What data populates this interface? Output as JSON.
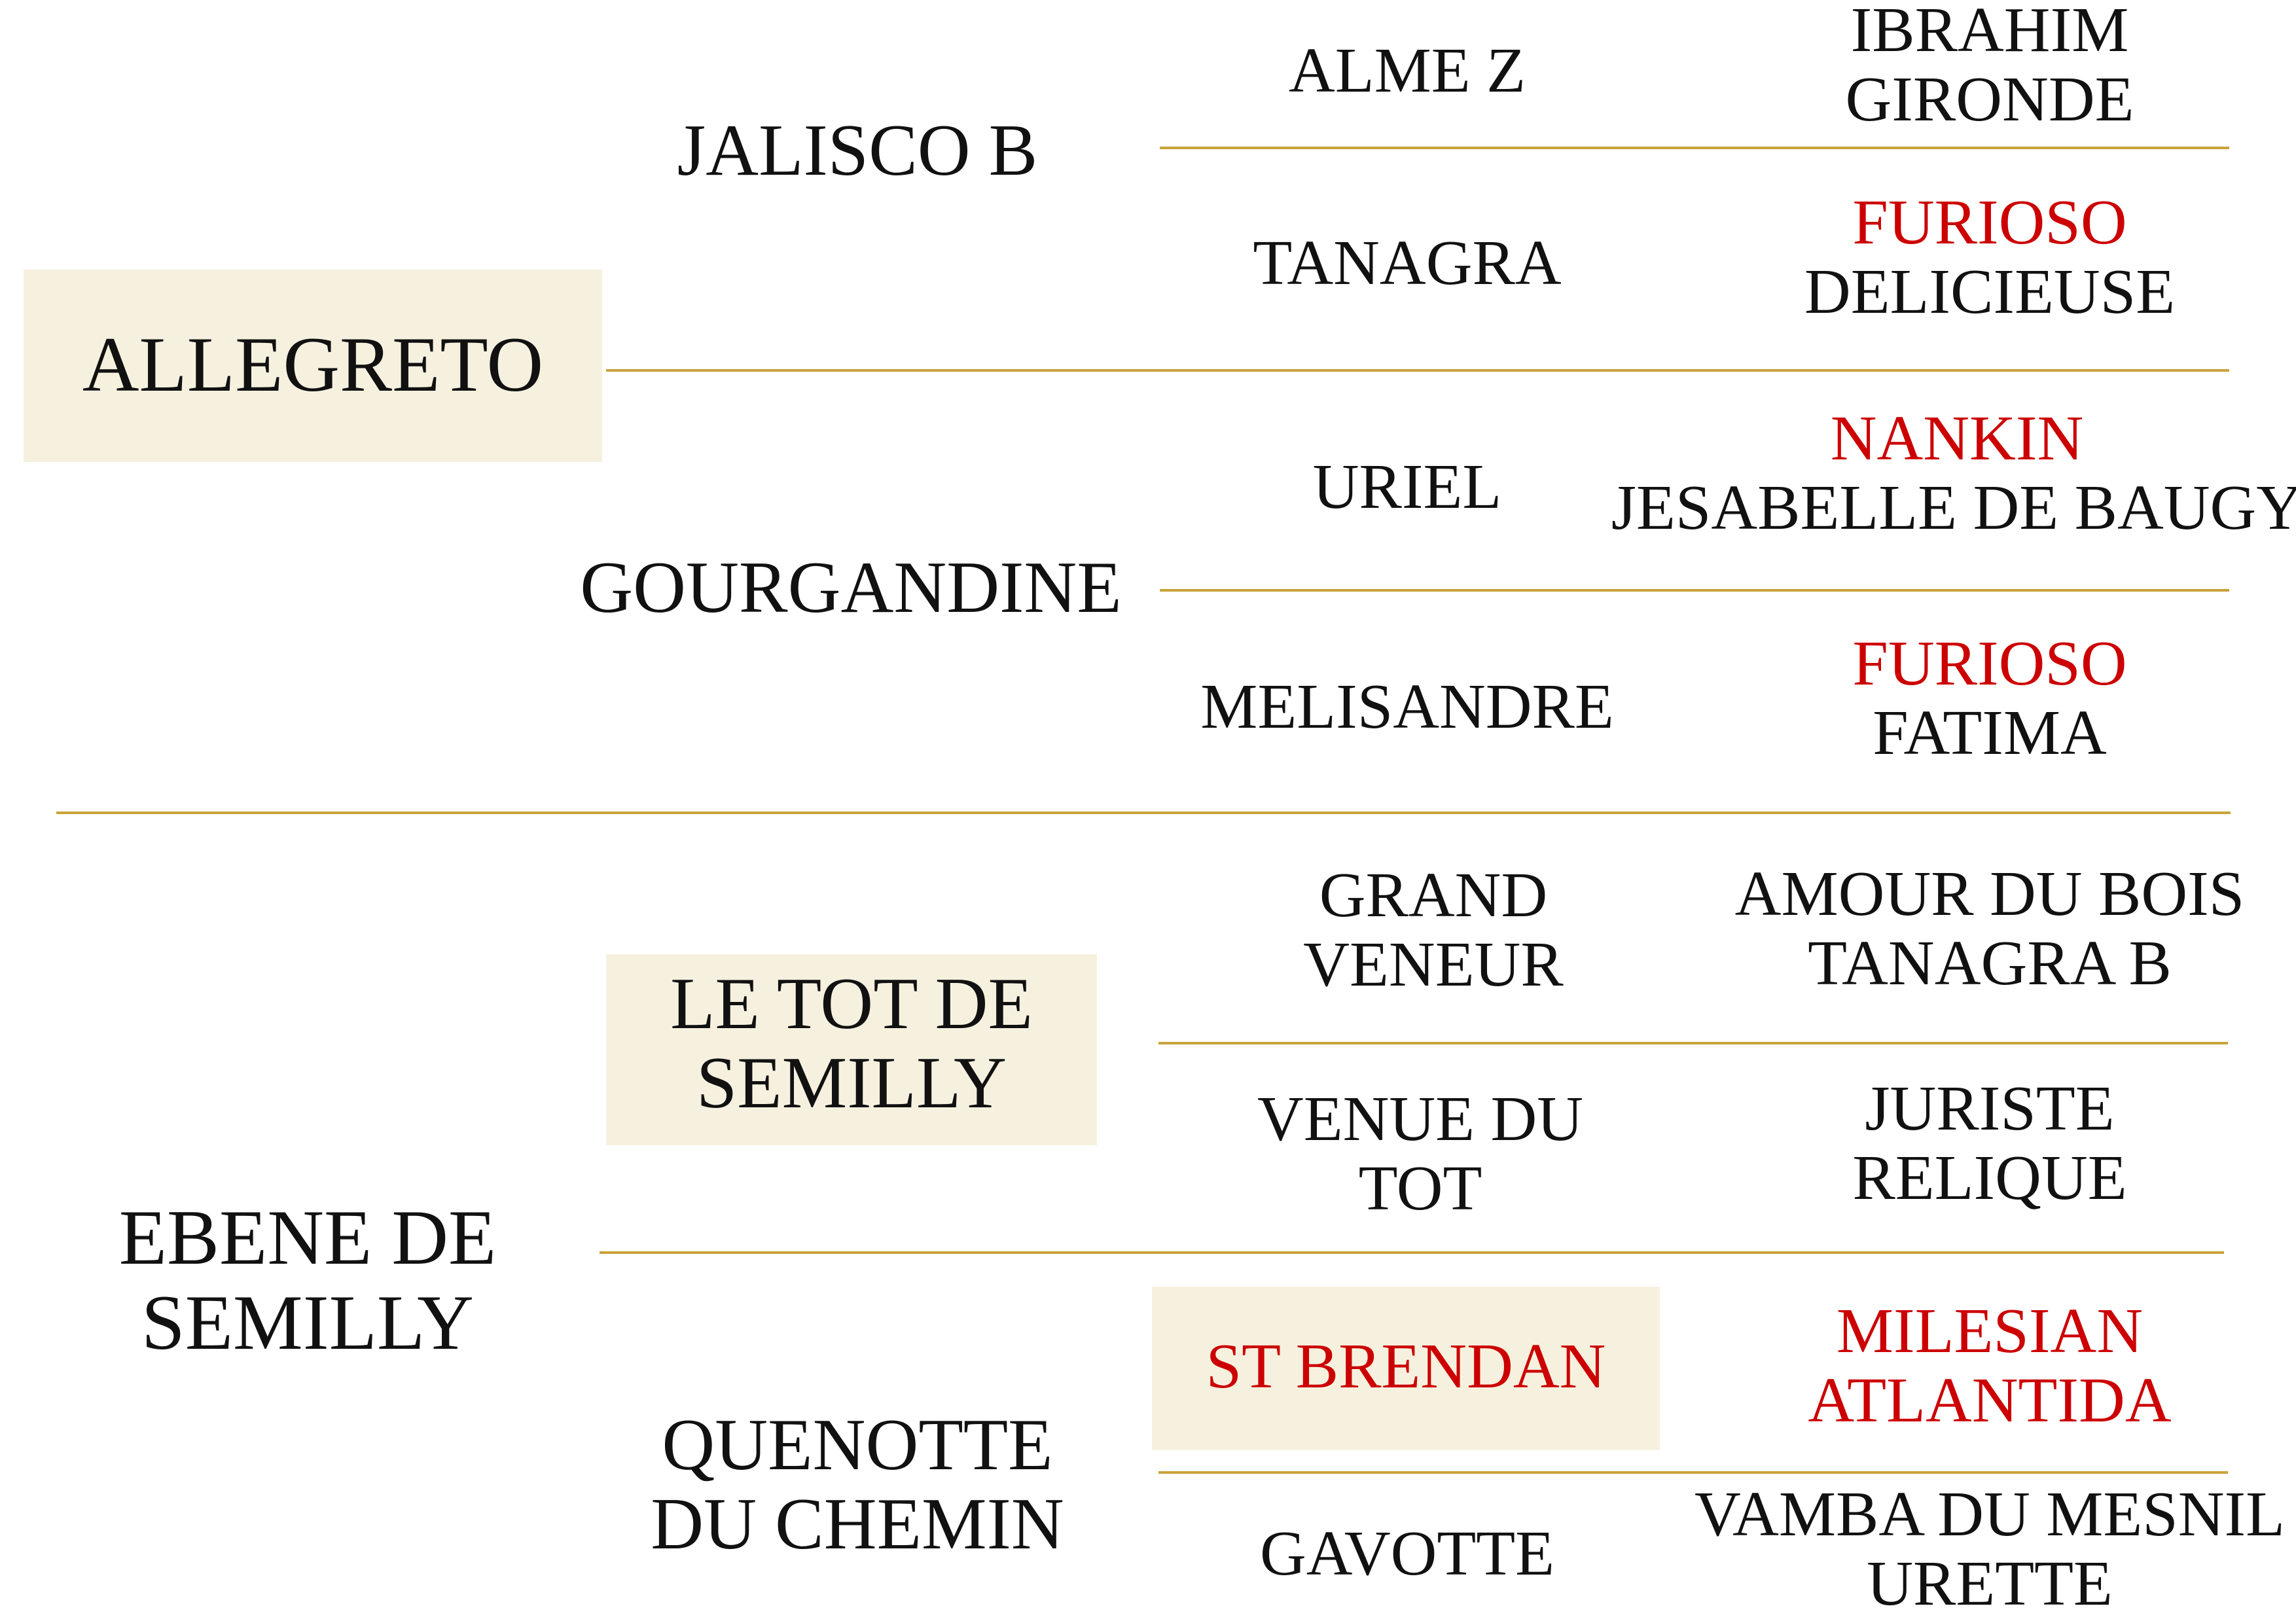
{
  "subject": {
    "sire": "ALLEGRETO",
    "dam": "EBENE DE SEMILLY"
  },
  "sire_side": {
    "sire": "JALISCO B",
    "dam": "GOURGANDINE",
    "jalisco_sire": "ALME Z",
    "jalisco_dam": "TANAGRA",
    "gourgandine_sire": "URIEL",
    "gourgandine_dam": "MELISANDRE",
    "alme_parents": [
      "IBRAHIM",
      "GIRONDE"
    ],
    "tanagra_parents": [
      "FURIOSO",
      "DELICIEUSE"
    ],
    "uriel_parents": [
      "NANKIN",
      "JESABELLE DE BAUGY"
    ],
    "melisandre_parents": [
      "FURIOSO",
      "FATIMA"
    ]
  },
  "dam_side": {
    "sire": [
      "LE TOT DE",
      "SEMILLY"
    ],
    "dam": [
      "QUENOTTE",
      "DU CHEMIN"
    ],
    "letot_sire": [
      "GRAND",
      "VENEUR"
    ],
    "letot_dam": [
      "VENUE DU",
      "TOT"
    ],
    "quenotte_sire": "ST BRENDAN",
    "quenotte_dam": "GAVOTTE",
    "grandveneur_parents": [
      "AMOUR DU BOIS",
      "TANAGRA B"
    ],
    "venue_parents": [
      "JURISTE",
      "RELIQUE"
    ],
    "stbrendan_parents": [
      "MILESIAN",
      "ATLANTIDA"
    ],
    "gavotte_parents": [
      "VAMBA DU MESNIL",
      "URETTE"
    ]
  },
  "dam_name_lines": [
    "EBENE DE",
    "SEMILLY"
  ],
  "colors": {
    "line": "#c9a33a",
    "highlight_bg": "#f6f1df",
    "text": "#111111",
    "accent_red": "#cc0000"
  }
}
